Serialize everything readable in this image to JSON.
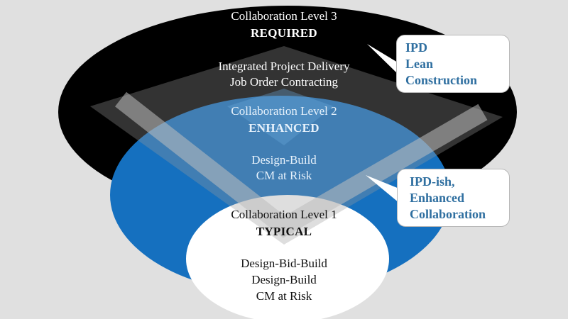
{
  "colors": {
    "background": "#e0e0e0",
    "level3_ellipse": "#000000",
    "level2_ellipse": "#1570bf",
    "level1_ellipse": "#ffffff",
    "chevron_overlay": "#8a8a8a",
    "callout_text": "#2f6fa0"
  },
  "levels": [
    {
      "title": "Collaboration Level 3",
      "label": "REQUIRED",
      "methods": [
        "Integrated Project Delivery",
        "Job Order Contracting"
      ]
    },
    {
      "title": "Collaboration Level 2",
      "label": "ENHANCED",
      "methods": [
        "Design-Build",
        "CM at Risk"
      ]
    },
    {
      "title": "Collaboration Level 1",
      "label": "TYPICAL",
      "methods": [
        "Design-Bid-Build",
        "Design-Build",
        "CM at Risk"
      ]
    }
  ],
  "callouts": [
    {
      "lines": [
        "IPD",
        "Lean",
        "Construction"
      ]
    },
    {
      "lines": [
        "IPD-ish,",
        "Enhanced",
        "Collaboration"
      ]
    }
  ]
}
